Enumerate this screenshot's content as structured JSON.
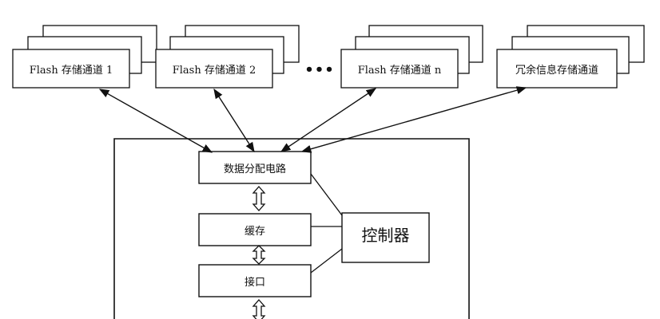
{
  "diagram": {
    "channels": [
      {
        "label": "Flash 存储通道 1"
      },
      {
        "label": "Flash 存储通道 2"
      },
      {
        "label": "Flash 存储通道 n"
      },
      {
        "label": "冗余信息存储通道"
      }
    ],
    "ellipsis": "•••",
    "data_distribution": "数据分配电路",
    "cache": "缓存",
    "interface": "接口",
    "controller": "控制器"
  }
}
